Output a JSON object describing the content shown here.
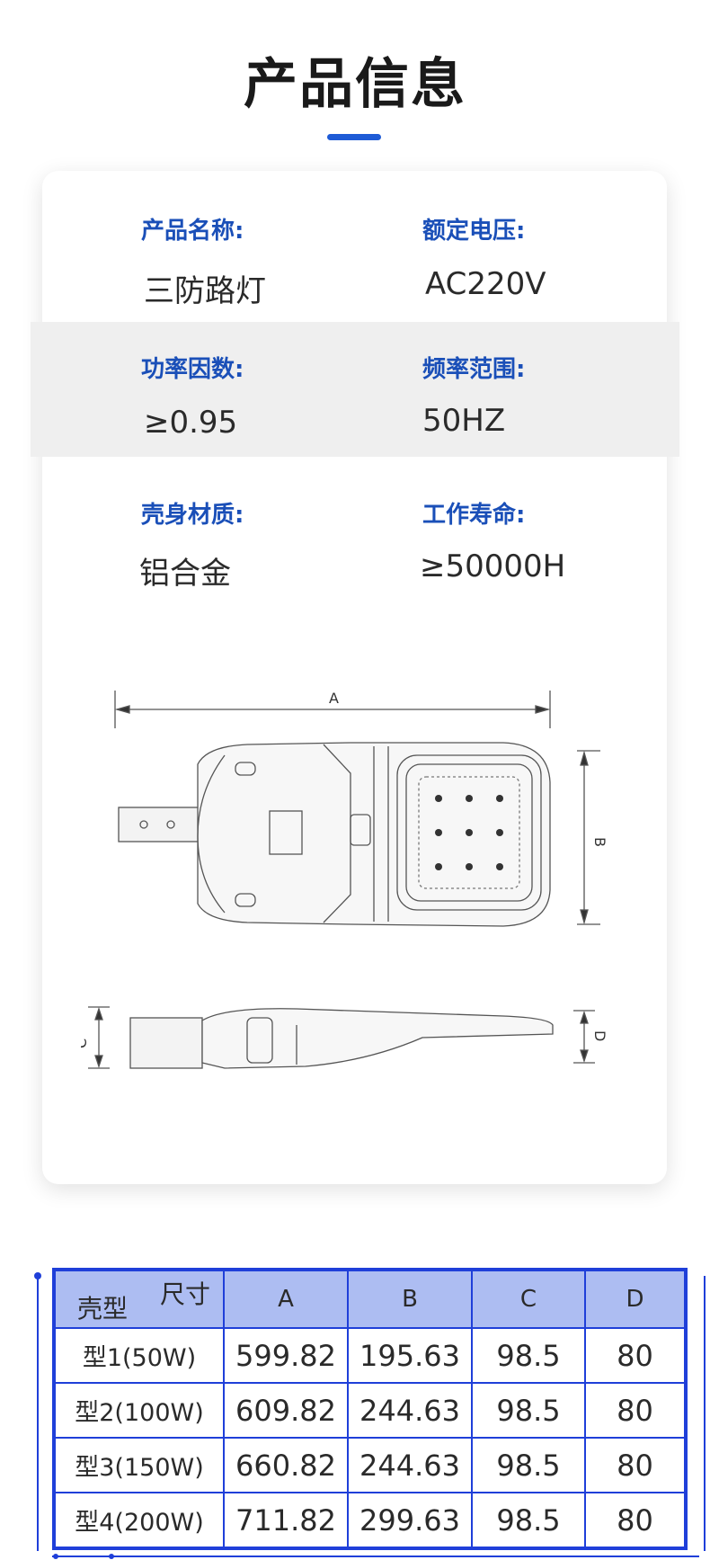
{
  "header": {
    "title": "产品信息"
  },
  "specs": [
    {
      "label": "产品名称:",
      "value": "三防路灯"
    },
    {
      "label": "额定电压:",
      "value": "AC220V"
    },
    {
      "label": "功率因数:",
      "value": "≥0.95"
    },
    {
      "label": "频率范围:",
      "value": "50HZ"
    },
    {
      "label": "壳身材质:",
      "value": "铝合金"
    },
    {
      "label": "工作寿命:",
      "value": "≥50000H"
    }
  ],
  "drawing": {
    "dim_a": "A",
    "dim_b": "B",
    "dim_c": "C",
    "dim_d": "D"
  },
  "table": {
    "corner_top": "尺寸",
    "corner_bottom": "壳型",
    "headers": [
      "A",
      "B",
      "C",
      "D"
    ],
    "rows": [
      {
        "model": "型1(50W)",
        "a": "599.82",
        "b": "195.63",
        "c": "98.5",
        "d": "80"
      },
      {
        "model": "型2(100W)",
        "a": "609.82",
        "b": "244.63",
        "c": "98.5",
        "d": "80"
      },
      {
        "model": "型3(150W)",
        "a": "660.82",
        "b": "244.63",
        "c": "98.5",
        "d": "80"
      },
      {
        "model": "型4(200W)",
        "a": "711.82",
        "b": "299.63",
        "c": "98.5",
        "d": "80"
      }
    ]
  },
  "colors": {
    "accent": "#1e5bd6",
    "label": "#1a4fb8",
    "table_border": "#1f3fd9",
    "table_header": "#adbdf2"
  }
}
